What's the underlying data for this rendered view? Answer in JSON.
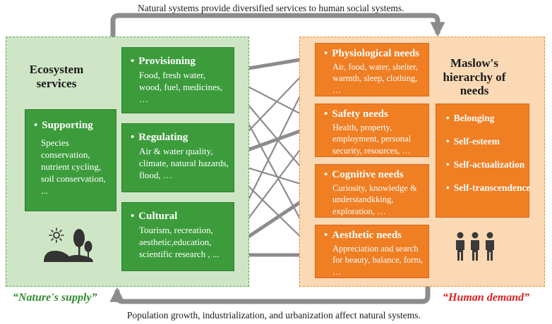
{
  "captions": {
    "top": "Natural systems provide diversified services to human social systems.",
    "bottom": "Population growth, industrialization, and urbanization affect natural systems."
  },
  "ecosystem": {
    "title": "Ecosystem services",
    "label": "“Nature's supply”",
    "icon": "landscape-sun-tree-icon",
    "supporting": {
      "title": "Supporting",
      "body": "Species conservation, nutrient cycling, soil conservation, ..."
    },
    "provisioning": {
      "title": "Provisioning",
      "body": "Food, fresh water, wood, fuel, medicines, …"
    },
    "regulating": {
      "title": "Regulating",
      "body": "Air & water quality, climate, natural hazards, flood, …"
    },
    "cultural": {
      "title": "Cultural",
      "body": "Tourism, recreation, aesthetic,education, scientific research , ..."
    }
  },
  "human": {
    "title": "Maslow's hierarchy of needs",
    "label": "“Human demand”",
    "icon": "people-group-icon",
    "physiological": {
      "title": "Physiological needs",
      "body": "Air, food, water, shelter, warmth, sleep, clothing, …"
    },
    "safety": {
      "title": "Safety needs",
      "body": "Health, property, employment, personal security, resources, …"
    },
    "cognitive": {
      "title": "Cognitive needs",
      "body": "Curiosity, knowledge & understandkking, exploration, …"
    },
    "aesthetic": {
      "title": "Aesthetic needs",
      "body": "Appreciation and search for beauty, balance, form, …"
    },
    "higher": [
      "Belonging",
      "Self-esteem",
      "Self-actualization",
      "Self-transcendence"
    ]
  },
  "colors": {
    "green_box": "#3c9c3c",
    "green_region": "#cfe6c6",
    "orange_box": "#f07e23",
    "orange_region": "#fbd9b4",
    "arrow": "#8c8c8c",
    "label_green": "#2f8a2f",
    "label_red": "#e02020"
  },
  "connections": [
    {
      "from": "provisioning",
      "to": "physiological"
    },
    {
      "from": "provisioning",
      "to": "safety"
    },
    {
      "from": "provisioning",
      "to": "cognitive"
    },
    {
      "from": "provisioning",
      "to": "aesthetic"
    },
    {
      "from": "regulating",
      "to": "physiological"
    },
    {
      "from": "regulating",
      "to": "safety"
    },
    {
      "from": "regulating",
      "to": "cognitive"
    },
    {
      "from": "regulating",
      "to": "aesthetic"
    },
    {
      "from": "cultural",
      "to": "physiological"
    },
    {
      "from": "cultural",
      "to": "safety"
    },
    {
      "from": "cultural",
      "to": "cognitive"
    },
    {
      "from": "cultural",
      "to": "aesthetic"
    }
  ]
}
